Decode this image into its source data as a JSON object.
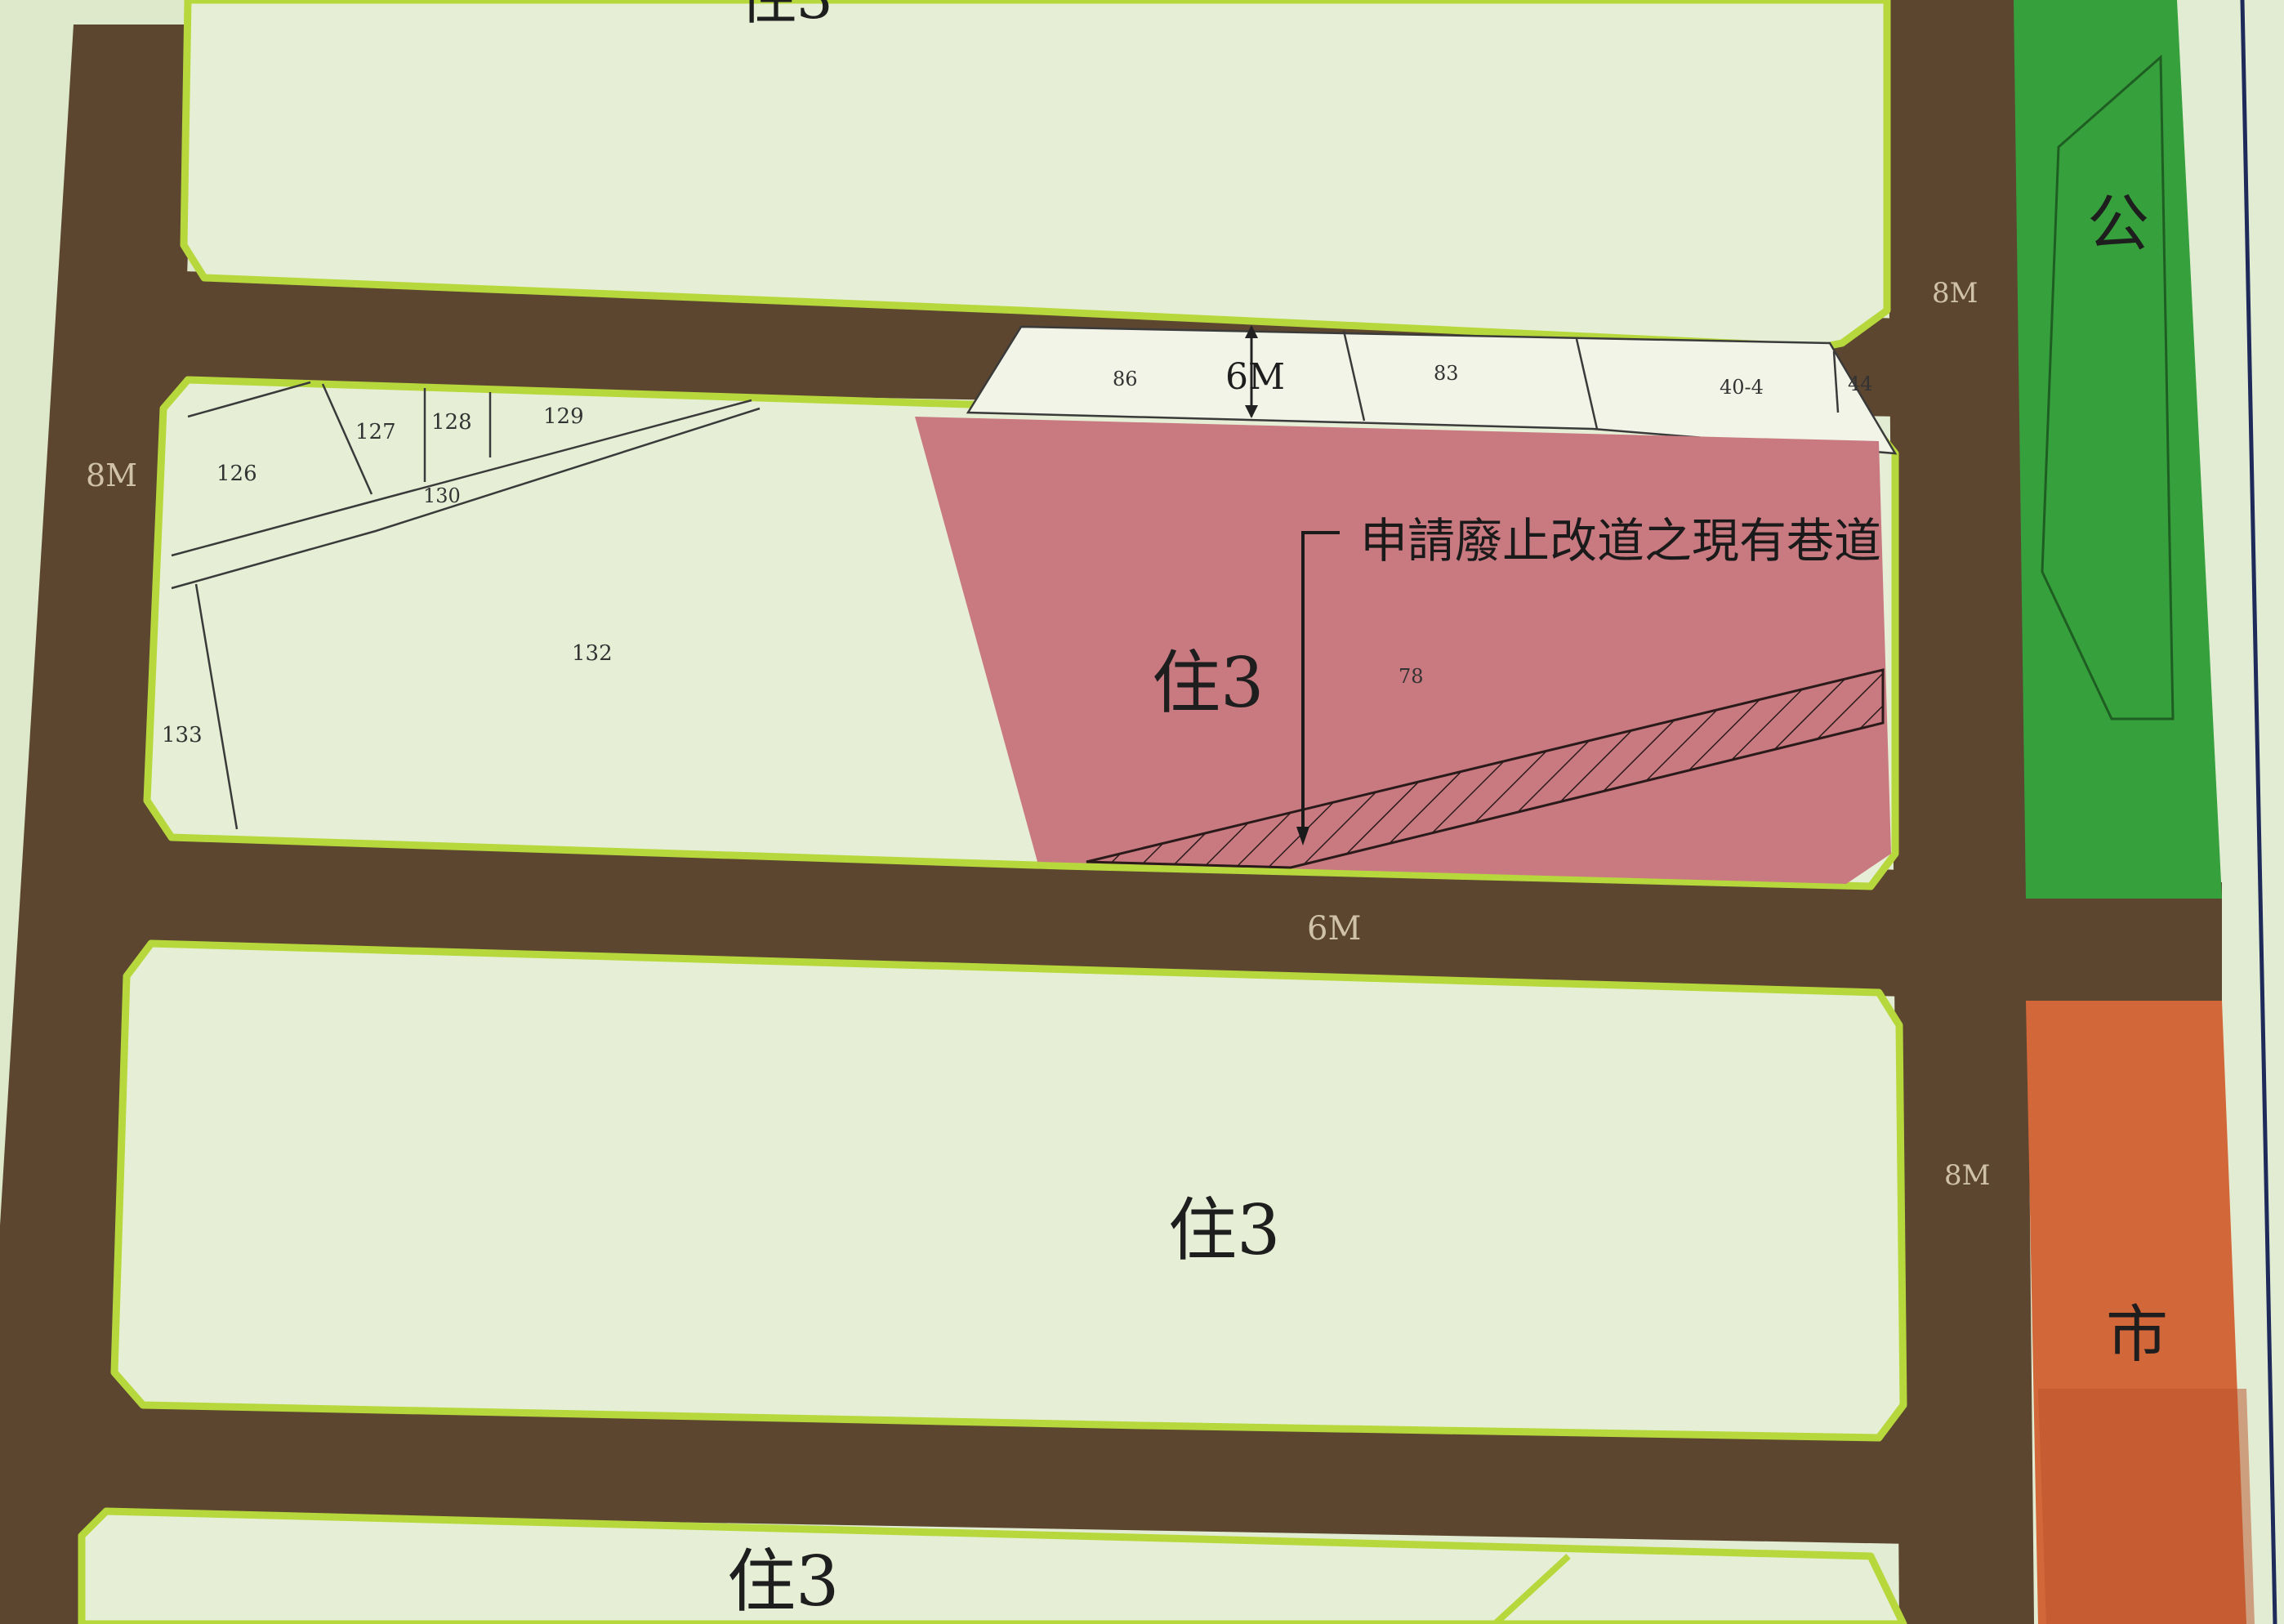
{
  "colors": {
    "paper": "#e2ecd2",
    "road": "#5c4630",
    "residential_block": "#e6efd6",
    "block_outline": "#b7d83c",
    "highlight_parcel": "#c97a80",
    "park_zone": "#36a03c",
    "market_zone": "#d2673a",
    "outer_frame": "#1e2a5a"
  },
  "zone_labels": {
    "top_partial": "住3",
    "block2": "住3",
    "block3": "住3",
    "block4": "住3",
    "park": "公",
    "market": "市"
  },
  "annotation": {
    "text": "申請廢止改道之現有巷道"
  },
  "road_widths": {
    "w_6m_top": "6M",
    "w_6m_mid": "6M",
    "w_8m_left": "8M",
    "w_8m_right_top": "8M",
    "w_8m_right_mid": "8M"
  },
  "parcels": {
    "p86": "86",
    "p83": "83",
    "p40_4": "40-4",
    "p44": "44",
    "p126": "126",
    "p127": "127",
    "p128": "128",
    "p129": "129",
    "p130": "130",
    "p132": "132",
    "p133": "133",
    "p78": "78"
  }
}
